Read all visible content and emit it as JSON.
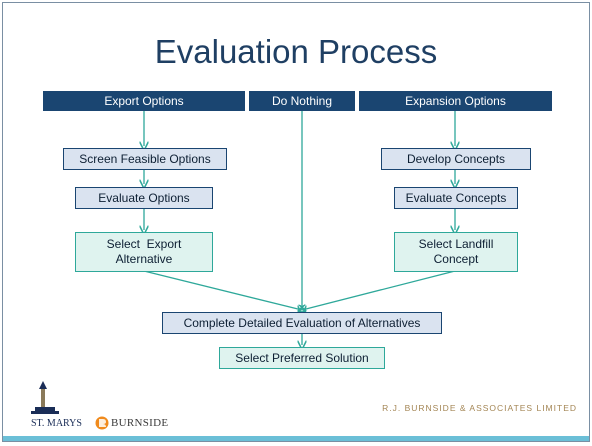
{
  "title": "Evaluation Process",
  "headers": {
    "export": "Export Options",
    "nothing": "Do Nothing",
    "expansion": "Expansion Options"
  },
  "left": {
    "screen": "Screen Feasible Options",
    "evaluate": "Evaluate Options",
    "select_l1": "Select  Export",
    "select_l2": "Alternative"
  },
  "right": {
    "develop": "Develop Concepts",
    "evaluate": "Evaluate Concepts",
    "select_l1": "Select Landfill",
    "select_l2": "Concept"
  },
  "bottom": {
    "complete": "Complete Detailed Evaluation of Alternatives",
    "preferred": "Select Preferred Solution"
  },
  "footer": {
    "stmarys": "ST. MARYS",
    "burnside": "BURNSIDE",
    "company": "R.J. BURNSIDE & ASSOCIATES LIMITED"
  },
  "colors": {
    "header_fill": "#1a4571",
    "box_fill": "#dae3f0",
    "teal_border": "#2ea89a",
    "connector": "#2ea89a"
  }
}
